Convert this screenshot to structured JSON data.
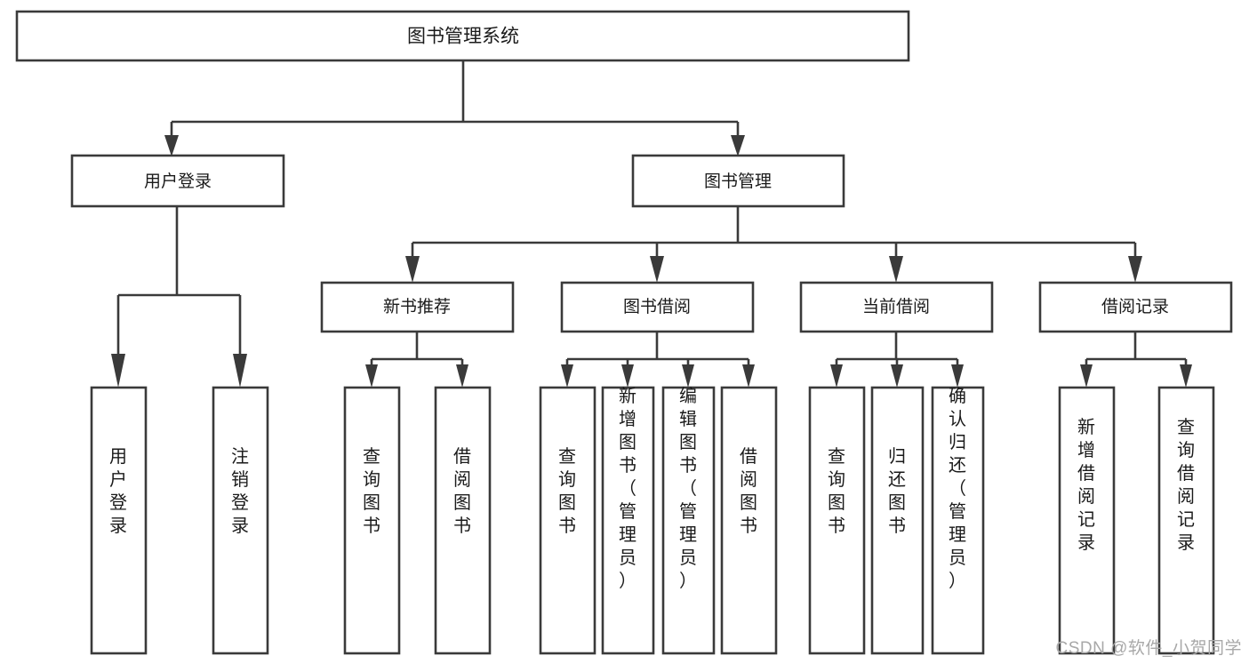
{
  "diagram": {
    "title": "图书管理系统",
    "type": "tree-hierarchy",
    "root": {
      "id": "root",
      "label": "图书管理系统"
    },
    "level1": [
      {
        "id": "user-login",
        "label": "用户登录"
      },
      {
        "id": "book-manage",
        "label": "图书管理"
      }
    ],
    "level2": [
      {
        "id": "new-book-rec",
        "label": "新书推荐",
        "parent": "book-manage"
      },
      {
        "id": "book-borrow",
        "label": "图书借阅",
        "parent": "book-manage"
      },
      {
        "id": "current-borrow",
        "label": "当前借阅",
        "parent": "book-manage"
      },
      {
        "id": "borrow-record",
        "label": "借阅记录",
        "parent": "book-manage"
      }
    ],
    "leaves": [
      {
        "id": "leaf-user-login",
        "label": "用户登录",
        "parent": "user-login"
      },
      {
        "id": "leaf-logout",
        "label": "注销登录",
        "parent": "user-login"
      },
      {
        "id": "leaf-query-book-1",
        "label": "查询图书",
        "parent": "new-book-rec"
      },
      {
        "id": "leaf-borrow-book-1",
        "label": "借阅图书",
        "parent": "new-book-rec"
      },
      {
        "id": "leaf-query-book-2",
        "label": "查询图书",
        "parent": "book-borrow"
      },
      {
        "id": "leaf-add-book",
        "label": "新增图书（管理员）",
        "parent": "book-borrow"
      },
      {
        "id": "leaf-edit-book",
        "label": "编辑图书（管理员）",
        "parent": "book-borrow"
      },
      {
        "id": "leaf-borrow-book-2",
        "label": "借阅图书",
        "parent": "book-borrow"
      },
      {
        "id": "leaf-query-book-3",
        "label": "查询图书",
        "parent": "current-borrow"
      },
      {
        "id": "leaf-return-book",
        "label": "归还图书",
        "parent": "current-borrow"
      },
      {
        "id": "leaf-confirm-return",
        "label": "确认归还（管理员）",
        "parent": "current-borrow"
      },
      {
        "id": "leaf-add-record",
        "label": "新增借阅记录",
        "parent": "borrow-record"
      },
      {
        "id": "leaf-query-record",
        "label": "查询借阅记录",
        "parent": "borrow-record"
      }
    ]
  },
  "watermark": {
    "text": "CSDN @软件_小贺同学"
  },
  "colors": {
    "stroke": "#3a3a3a",
    "text": "#1a1a1a",
    "background": "#ffffff",
    "watermark": "#a8a8a8"
  }
}
